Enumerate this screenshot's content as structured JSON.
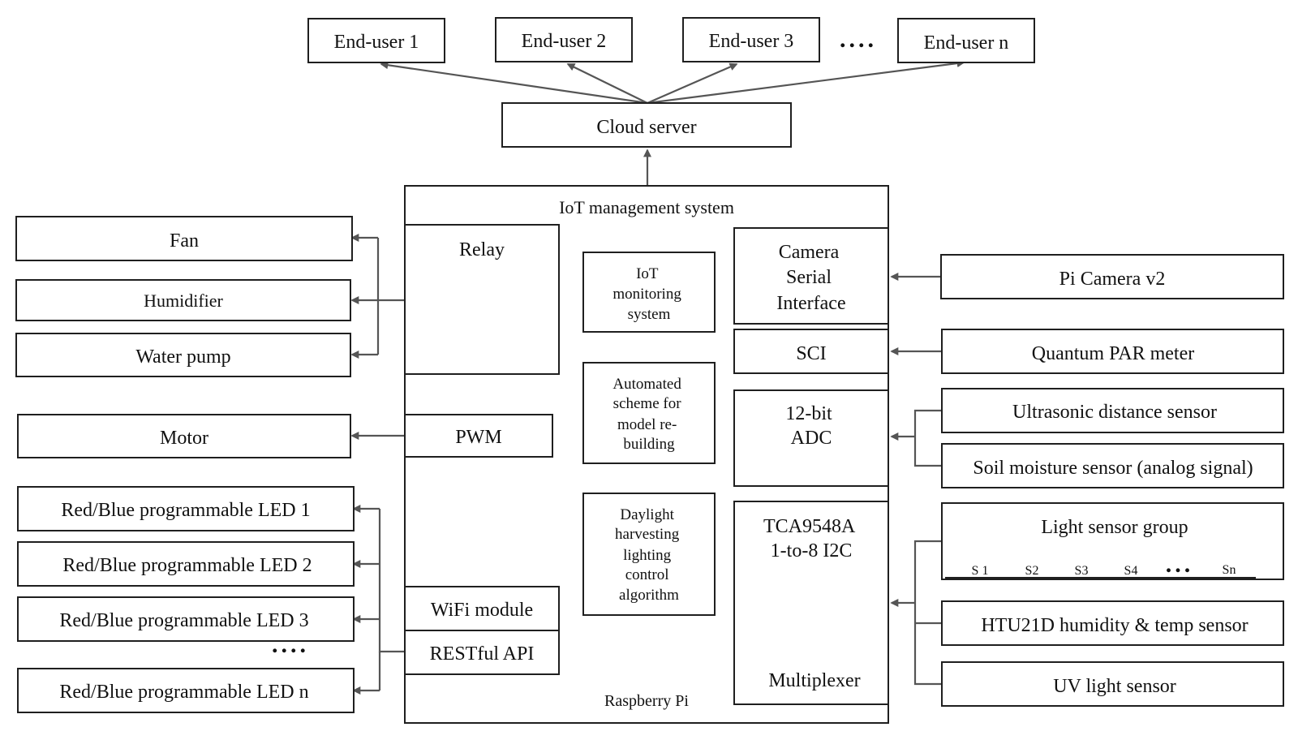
{
  "end_users": [
    "End-user 1",
    "End-user 2",
    "End-user 3",
    "End-user n"
  ],
  "end_users_ellipsis": "....",
  "cloud_server": "Cloud server",
  "iot_management_system": "IoT management system",
  "raspberry_pi": "Raspberry Pi",
  "relay": "Relay",
  "pwm": "PWM",
  "wifi_module": "WiFi module",
  "restful_api": "RESTful API",
  "center_blocks": {
    "monitoring": [
      "IoT",
      "monitoring",
      "system"
    ],
    "automated": [
      "Automated",
      "scheme for",
      "model re-",
      "building"
    ],
    "daylight": [
      "Daylight",
      "harvesting",
      "lighting",
      "control",
      "algorithm"
    ]
  },
  "csi": [
    "Camera",
    "Serial",
    "Interface"
  ],
  "sci": "SCI",
  "adc": [
    "12-bit",
    "ADC"
  ],
  "multiplexer": [
    "TCA9548A",
    "1-to-8 I2C",
    "Multiplexer"
  ],
  "relay_outputs": [
    "Fan",
    "Humidifier",
    "Water pump"
  ],
  "motor": "Motor",
  "leds": [
    "Red/Blue programmable LED 1",
    "Red/Blue programmable LED 2",
    "Red/Blue programmable LED 3",
    "Red/Blue programmable LED n"
  ],
  "leds_ellipsis": "....",
  "pi_camera": "Pi Camera v2",
  "quantum_par": "Quantum PAR meter",
  "ultrasonic": "Ultrasonic distance sensor",
  "soil_moisture": "Soil moisture sensor (analog signal)",
  "light_sensor_group": {
    "title": "Light sensor group",
    "sensors": [
      "S 1",
      "S2",
      "S3",
      "S4",
      "Sn"
    ],
    "ellipsis": "..."
  },
  "htu21d": "HTU21D humidity & temp sensor",
  "uv_sensor": "UV light sensor"
}
